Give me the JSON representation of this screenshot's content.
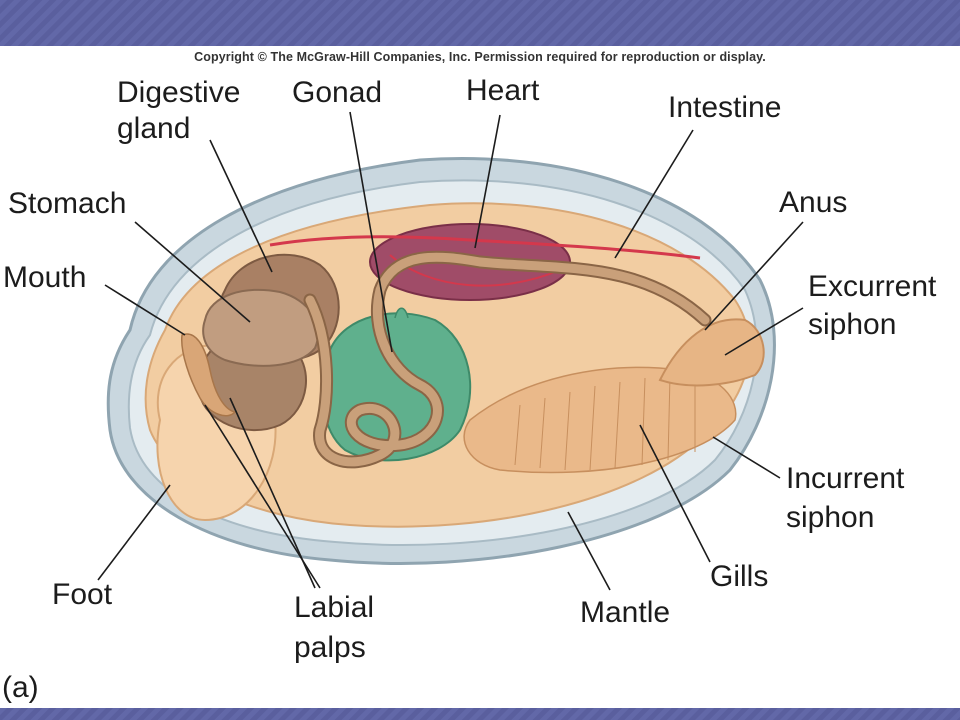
{
  "copyright": "Copyright © The McGraw-Hill Companies, Inc. Permission required for reproduction or display.",
  "panel_letter": "(a)",
  "labels": {
    "digestive_gland_1": "Digestive",
    "digestive_gland_2": "gland",
    "gonad": "Gonad",
    "heart": "Heart",
    "intestine": "Intestine",
    "stomach": "Stomach",
    "anus": "Anus",
    "mouth": "Mouth",
    "excurrent_siphon_1": "Excurrent",
    "excurrent_siphon_2": "siphon",
    "incurrent_siphon_1": "Incurrent",
    "incurrent_siphon_2": "siphon",
    "gills": "Gills",
    "foot": "Foot",
    "labial_palps_1": "Labial",
    "labial_palps_2": "palps",
    "mantle": "Mantle"
  },
  "colors": {
    "band": "#5a5f9e",
    "shell": "#b8c8d2",
    "body": "#f2cda2",
    "digestive": "#a98064",
    "stomach": "#c19d80",
    "gonad": "#5fb08d",
    "heart_vessel": "#d4384c",
    "pericardium": "#8c3e58",
    "intestine": "#c9a07a"
  }
}
